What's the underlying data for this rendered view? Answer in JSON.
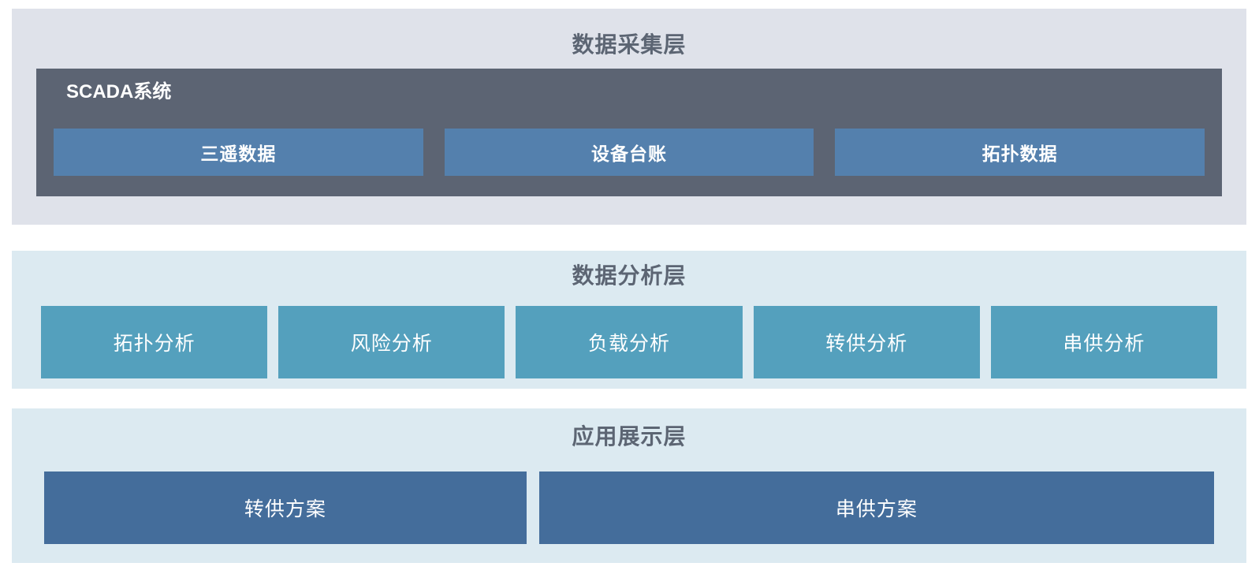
{
  "diagram": {
    "title_color": "#5c6573",
    "layers": [
      {
        "id": "acquisition",
        "title": "数据采集层",
        "panel_color": "#dfe2ea",
        "group": {
          "label": "SCADA系统",
          "color": "#5c6473",
          "items": [
            {
              "label": "三遥数据",
              "color": "#5480ad"
            },
            {
              "label": "设备台账",
              "color": "#5480ad"
            },
            {
              "label": "拓扑数据",
              "color": "#5480ad"
            }
          ]
        }
      },
      {
        "id": "analysis",
        "title": "数据分析层",
        "panel_color": "#dceaf1",
        "items": [
          {
            "label": "拓扑分析",
            "color": "#54a0bd"
          },
          {
            "label": "风险分析",
            "color": "#54a0bd"
          },
          {
            "label": "负载分析",
            "color": "#54a0bd"
          },
          {
            "label": "转供分析",
            "color": "#54a0bd"
          },
          {
            "label": "串供分析",
            "color": "#54a0bd"
          }
        ]
      },
      {
        "id": "application",
        "title": "应用展示层",
        "panel_color": "#dceaf1",
        "items": [
          {
            "label": "转供方案",
            "color": "#446d9b"
          },
          {
            "label": "串供方案",
            "color": "#446d9b"
          }
        ]
      }
    ]
  }
}
